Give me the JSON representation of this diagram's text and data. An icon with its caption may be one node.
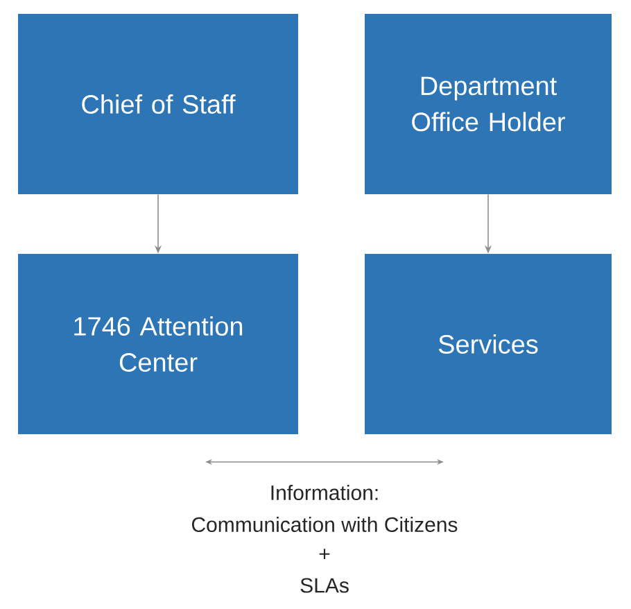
{
  "diagram": {
    "nodes": [
      {
        "text": [
          "Chief of Staff"
        ]
      },
      {
        "text": [
          "Department Office Holder"
        ]
      },
      {
        "text": [
          "1746 Attention Center"
        ]
      },
      {
        "text": [
          "Services"
        ]
      }
    ],
    "edges": [
      {
        "from": 0,
        "to": 2,
        "arrow": "to"
      },
      {
        "from": 1,
        "to": 3,
        "arrow": "to"
      }
    ],
    "labels": [
      "Information:",
      "Communication with Citizens",
      "+",
      "SLAs"
    ]
  }
}
